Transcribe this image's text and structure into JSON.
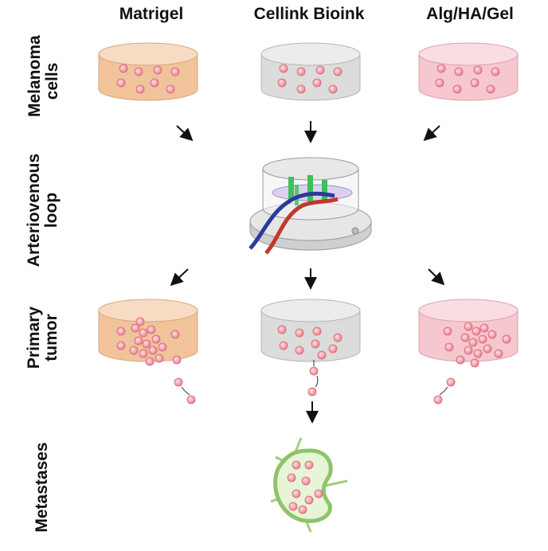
{
  "columns": [
    "Matrigel",
    "Cellink Bioink",
    "Alg/HA/Gel"
  ],
  "rows": [
    {
      "lines": [
        "Melanoma",
        "cells"
      ]
    },
    {
      "lines": [
        "Arteriovenous",
        "loop"
      ]
    },
    {
      "lines": [
        "Primary",
        "tumor"
      ]
    },
    {
      "lines": [
        "Metastases"
      ]
    }
  ],
  "colors": {
    "matrigel": "#f1c39b",
    "cellink": "#dcdcdc",
    "alg": "#f6c7cf",
    "cell": "#f08b97",
    "node": "#cfe9b0",
    "artery": "#c0392b",
    "vein": "#2b3a9b"
  }
}
